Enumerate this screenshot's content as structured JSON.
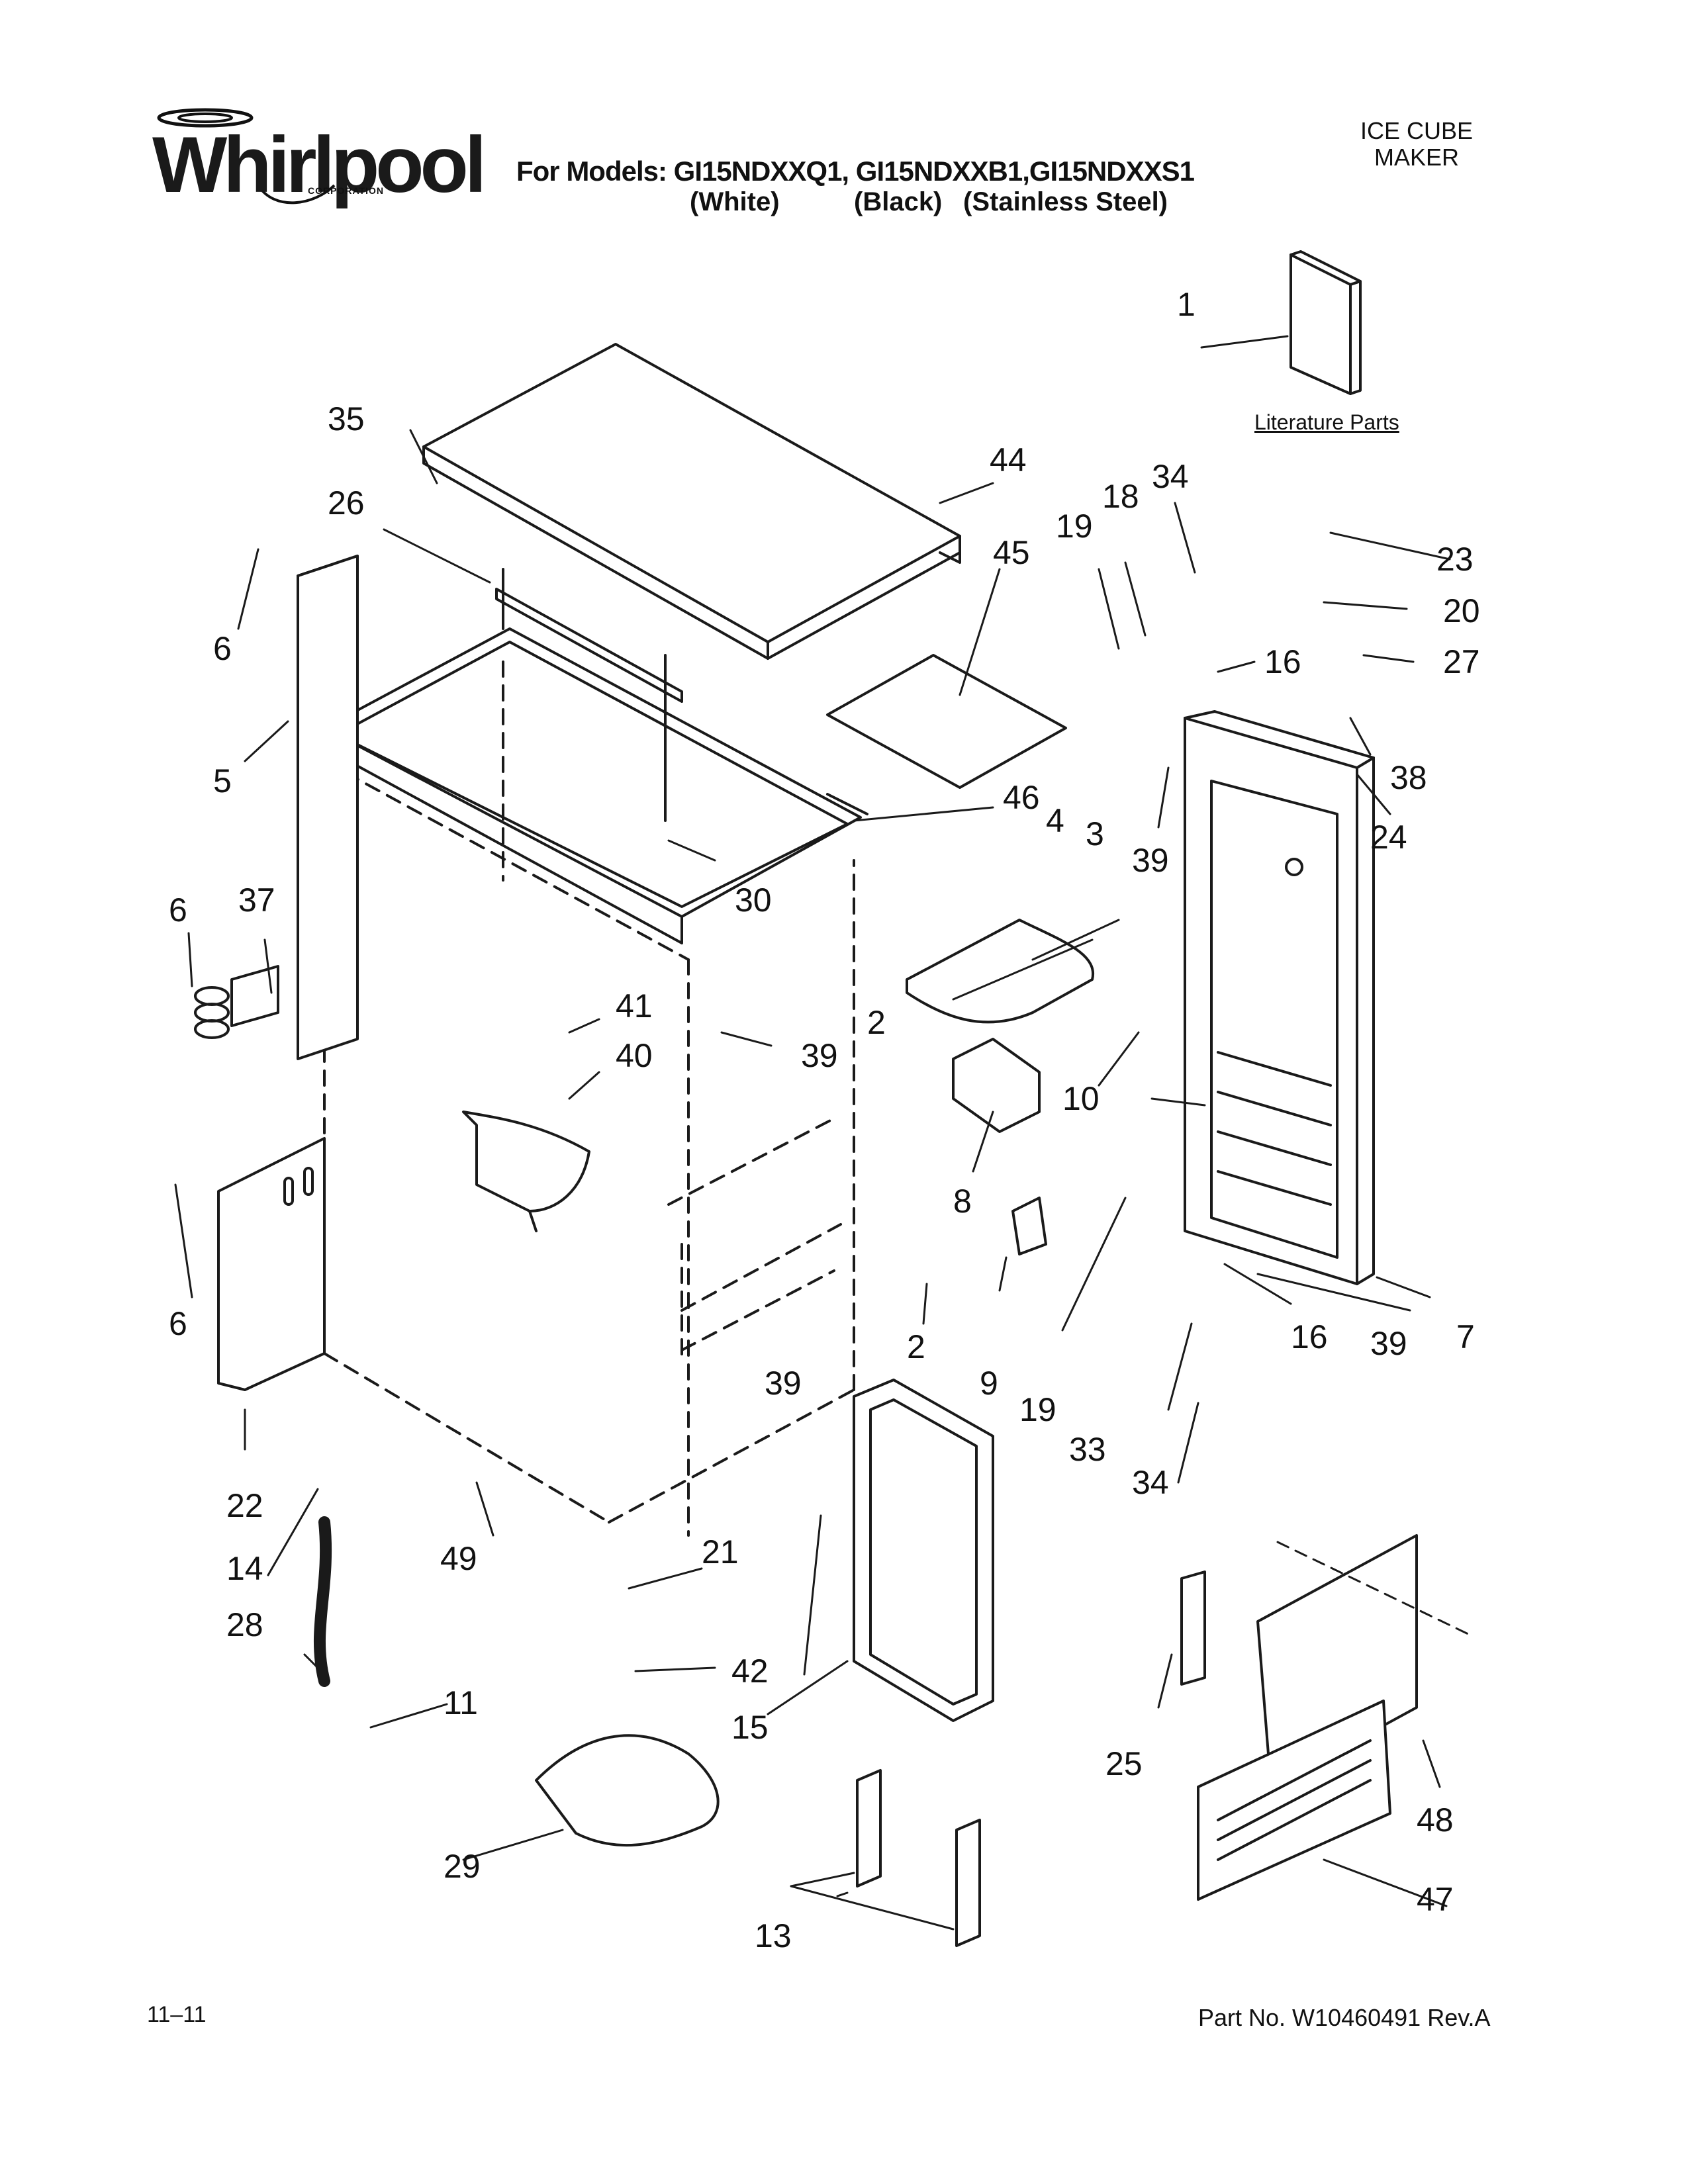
{
  "brand": {
    "name": "Whirlpool",
    "sub": "CORPORATION"
  },
  "header": {
    "models_line": "For Models: GI15NDXXQ1, GI15NDXXB1,GI15NDXXS1",
    "variants": [
      "(White)",
      "(Black)",
      "(Stainless Steel)"
    ],
    "doc_type_line1": "ICE CUBE",
    "doc_type_line2": "MAKER"
  },
  "literature_label": "Literature Parts",
  "callouts": {
    "c1": "1",
    "c2a": "2",
    "c2b": "2",
    "c3": "3",
    "c4": "4",
    "c5": "5",
    "c6a": "6",
    "c6b": "6",
    "c6c": "6",
    "c7": "7",
    "c8": "8",
    "c9": "9",
    "c10": "10",
    "c11": "11",
    "c13": "13",
    "c14": "14",
    "c15": "15",
    "c16a": "16",
    "c16b": "16",
    "c18": "18",
    "c19a": "19",
    "c19b": "19",
    "c20": "20",
    "c21": "21",
    "c22": "22",
    "c23": "23",
    "c24": "24",
    "c25": "25",
    "c26": "26",
    "c27": "27",
    "c28": "28",
    "c29": "29",
    "c30": "30",
    "c33": "33",
    "c34a": "34",
    "c34b": "34",
    "c35": "35",
    "c37": "37",
    "c38": "38",
    "c39a": "39",
    "c39b": "39",
    "c39c": "39",
    "c39d": "39",
    "c40": "40",
    "c41": "41",
    "c42": "42",
    "c44": "44",
    "c45": "45",
    "c46": "46",
    "c47": "47",
    "c48": "48",
    "c49": "49"
  },
  "footer": {
    "date": "11–11",
    "part_number": "Part No. W10460491 Rev.A"
  }
}
